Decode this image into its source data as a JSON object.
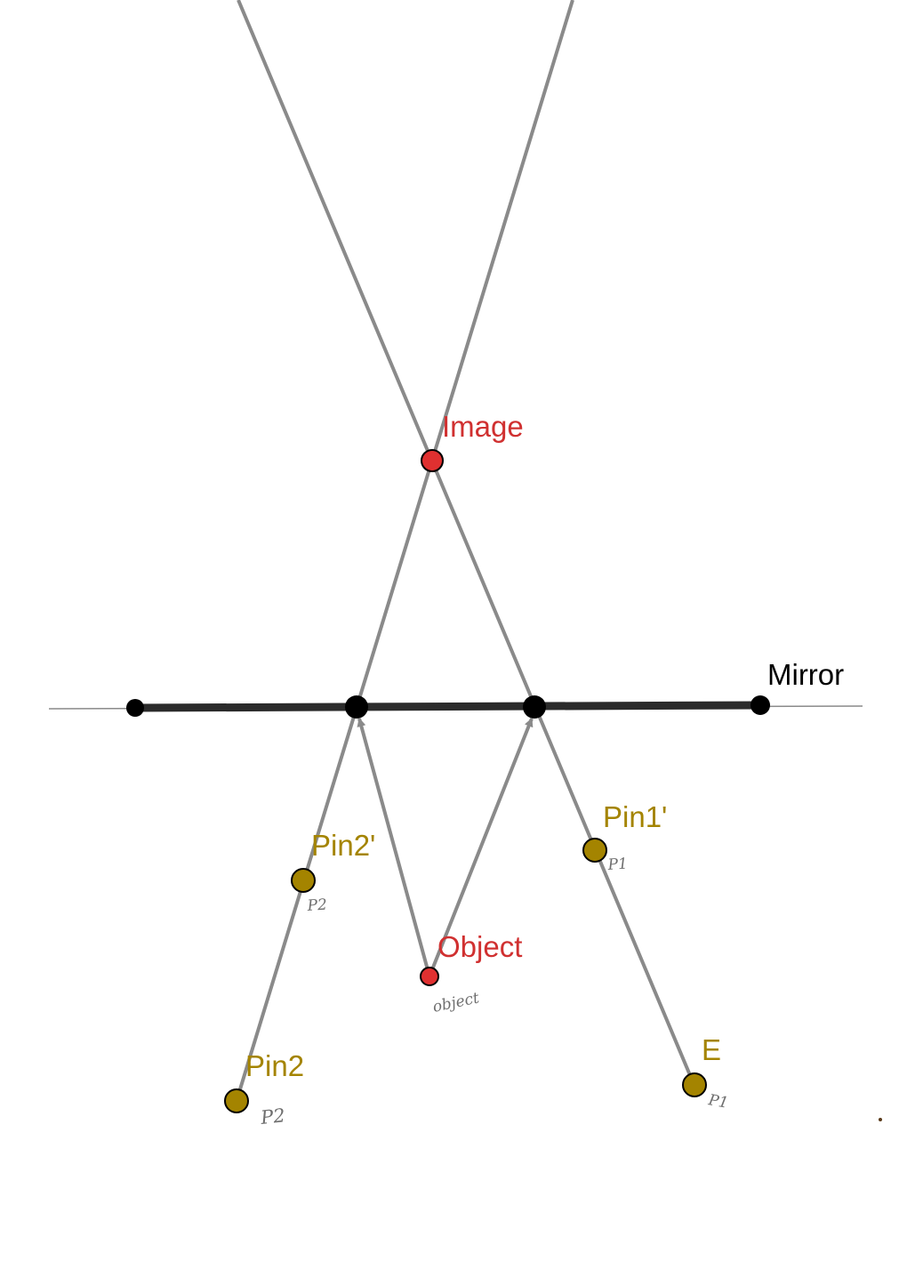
{
  "labels": {
    "image": "Image",
    "mirror": "Mirror",
    "object": "Object",
    "pin1_prime": "Pin1'",
    "pin2_prime": "Pin2'",
    "pin2": "Pin2",
    "eye": "E"
  },
  "handwritten": {
    "pin1_prime_note": "P1",
    "pin2_prime_note": "P2",
    "object_note": "object",
    "pin2_note": "P2",
    "eye_note": "P1"
  },
  "colors": {
    "ray": "#8a8a8a",
    "mirror": "#2b2b2b",
    "red_point": "#e03030",
    "red_label": "#d03030",
    "pin_point": "#a48400",
    "pin_label": "#a48400",
    "black": "#000000"
  }
}
